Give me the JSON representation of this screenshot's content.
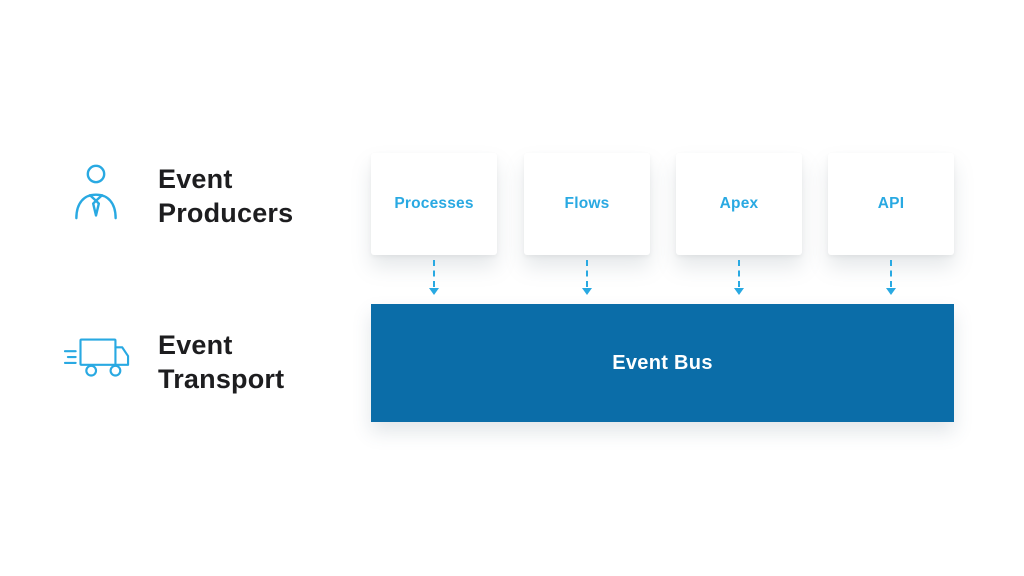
{
  "colors": {
    "accent": "#29A9E2",
    "bus": "#0B6DA8",
    "ink": "#1D1D1F"
  },
  "left": {
    "producers": {
      "line1": "Event",
      "line2": "Producers",
      "icon": "person-icon"
    },
    "transport": {
      "line1": "Event",
      "line2": "Transport",
      "icon": "truck-icon"
    }
  },
  "cards": [
    {
      "label": "Processes"
    },
    {
      "label": "Flows"
    },
    {
      "label": "Apex"
    },
    {
      "label": "API"
    }
  ],
  "bus": {
    "label": "Event Bus"
  }
}
